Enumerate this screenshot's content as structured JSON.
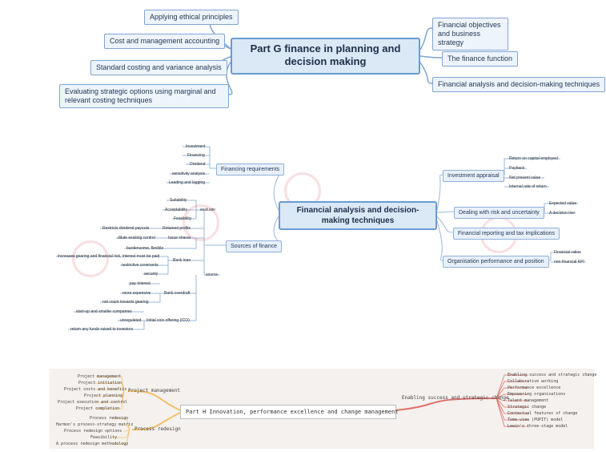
{
  "top_map": {
    "center": "Part G finance in planning and decision making",
    "left_nodes": [
      "Applying ethical principles",
      "Cost and management accounting",
      "Standard costing and variance analysis",
      "Evaluating strategic options using marginal and relevant costing techniques"
    ],
    "right_nodes": [
      "Financial objectives and business strategy",
      "The finance function",
      "Financial analysis and decision-making techniques"
    ]
  },
  "mid_map": {
    "center": "Financial analysis and decision-making techniques",
    "financing_requirements": {
      "label": "Financing requirements",
      "leaves": [
        "Investment",
        "Financing",
        "Dividend",
        "sensitivity analysis",
        "Leading and lagging"
      ]
    },
    "sources_of_finance": {
      "label": "Sources of finance",
      "source_label": "source",
      "evaluate_label": "evaluate",
      "evaluate_leaves": [
        "Suitability",
        "Acceptability",
        "Feasibility"
      ],
      "retained_profits": "Retained profits",
      "retained_leaves": [
        "Restricts dividend payouts"
      ],
      "issue_shares": "Issue shares",
      "issue_leaves": [
        "dilute existing control",
        "burdensome, flexible"
      ],
      "bank_loan": "Bank loan",
      "bank_loan_leaves": [
        "increases gearing and financial risk, interest must be paid",
        "restrictive covenants",
        "security"
      ],
      "bank_overdraft": "Bank overdraft",
      "overdraft_leaves": [
        "pay interest",
        "more expensive",
        "not count towards gearing"
      ],
      "ico": "Initial coin offering (ICO)",
      "ico_leaves": [
        "start-up and smaller companies",
        "unregulated",
        "return any funds raised to investors"
      ]
    },
    "investment_appraisal": {
      "label": "Investment appraisal",
      "leaves": [
        "Return on capital employed",
        "Payback",
        "Net present value",
        "Internal rate of return"
      ]
    },
    "risk": {
      "label": "Dealing with risk and uncertainty",
      "leaves": [
        "Expected value",
        "A decision tree"
      ]
    },
    "reporting": {
      "label": "Financial reporting and tax implications"
    },
    "performance": {
      "label": "Organisation performance and position",
      "leaves": [
        "Financial ratios",
        "non-financial KPI"
      ]
    }
  },
  "bottom_map": {
    "center": "Part H Innovation, performance excellence and change management",
    "project_management": {
      "label": "Project management",
      "leaves": [
        "Project management",
        "Project initiation",
        "Project costs and benefits",
        "Project planning",
        "Project execution and control",
        "Project completion"
      ]
    },
    "process_redesign": {
      "label": "Process redesign",
      "leaves": [
        "Process redesign",
        "Harmon's process-strategy matrix",
        "Process redesign options",
        "Feasibility",
        "A process redesign methodology"
      ]
    },
    "strategic_change": {
      "label": "Enabling success and strategic change",
      "leaves": [
        "Enabling success and strategic change",
        "Collaborative working",
        "Performance excellence",
        "Empowering organisations",
        "Talent management",
        "Strategic change",
        "Contextual features of change",
        "Tome-view (POPIT) model",
        "Lewin's three-stage model"
      ]
    }
  }
}
